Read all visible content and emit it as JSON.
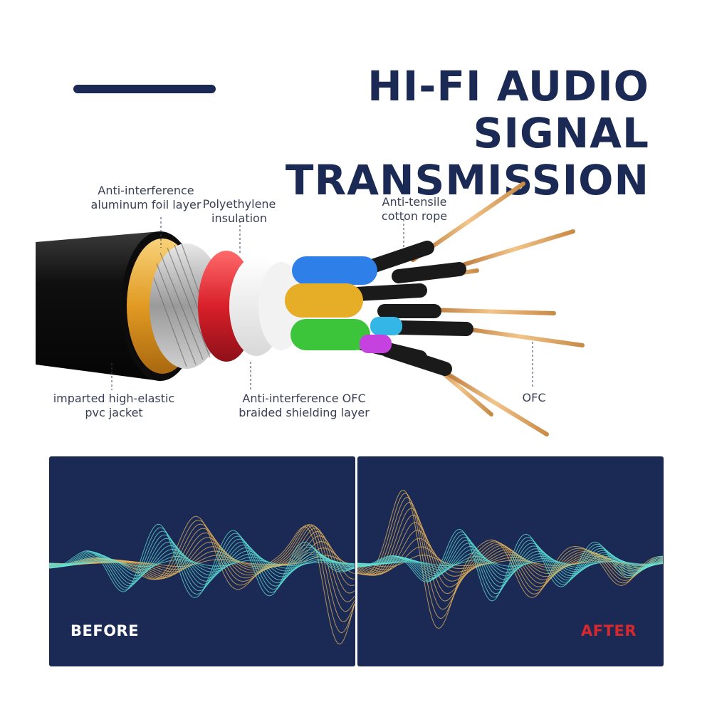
{
  "header": {
    "title_line1": "HI-FI AUDIO SIGNAL",
    "title_line2": "TRANSMISSION"
  },
  "cable_labels": {
    "foil": [
      "Anti-interference",
      "aluminum foil layer"
    ],
    "pe": [
      "Polyethylene",
      "insulation"
    ],
    "rope": [
      "Anti-tensile",
      "cotton rope"
    ],
    "jacket": [
      "imparted high-elastic",
      "pvc jacket"
    ],
    "braid": [
      "Anti-interference OFC",
      "braided shielding layer"
    ],
    "ofc": "OFC"
  },
  "comparison": {
    "before_label": "BEFORE",
    "after_label": "AFTER"
  },
  "colors": {
    "navy": "#1b2a55",
    "wave_gold": "#e8b45a",
    "wave_cyan": "#5fe3d8",
    "after_red": "#d8282c",
    "before_white": "#ffffff"
  }
}
